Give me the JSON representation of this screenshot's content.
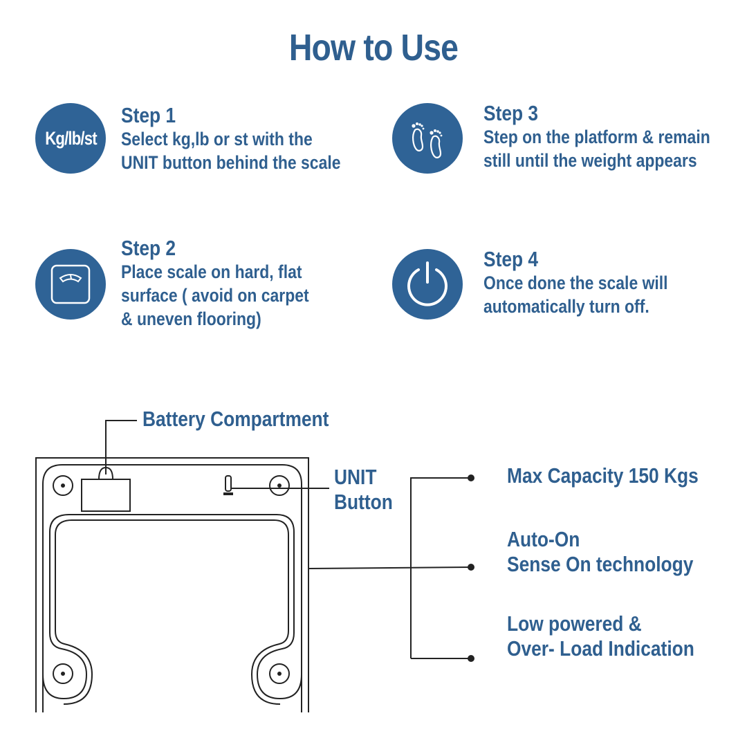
{
  "title": "How to Use",
  "steps": [
    {
      "heading": "Step 1",
      "lines": [
        "Select kg,lb or st with the",
        "UNIT button behind the scale"
      ],
      "icon": "kg-lb-st-badge",
      "icon_text": "Kg/lb/st"
    },
    {
      "heading": "Step 2",
      "lines": [
        "Place scale on hard, flat",
        "surface ( avoid on carpet",
        "& uneven flooring)"
      ],
      "icon": "scale-icon"
    },
    {
      "heading": "Step 3",
      "lines": [
        "Step on the platform & remain",
        "still until the weight appears"
      ],
      "icon": "footprints-icon"
    },
    {
      "heading": "Step 4",
      "lines": [
        "Once done the scale will",
        "automatically turn off."
      ],
      "icon": "power-icon"
    }
  ],
  "diagram": {
    "battery_label": "Battery Compartment",
    "unit_label_lines": [
      "UNIT",
      "Button"
    ],
    "features": [
      {
        "lines": [
          "Max Capacity 150 Kgs"
        ]
      },
      {
        "lines": [
          "Auto-On",
          "Sense On technology"
        ]
      },
      {
        "lines": [
          "Low powered &",
          "Over- Load Indication"
        ]
      }
    ]
  },
  "colors": {
    "brand_blue": "#2f6396",
    "text_blue": "#2f5f8f",
    "line": "#222222"
  }
}
